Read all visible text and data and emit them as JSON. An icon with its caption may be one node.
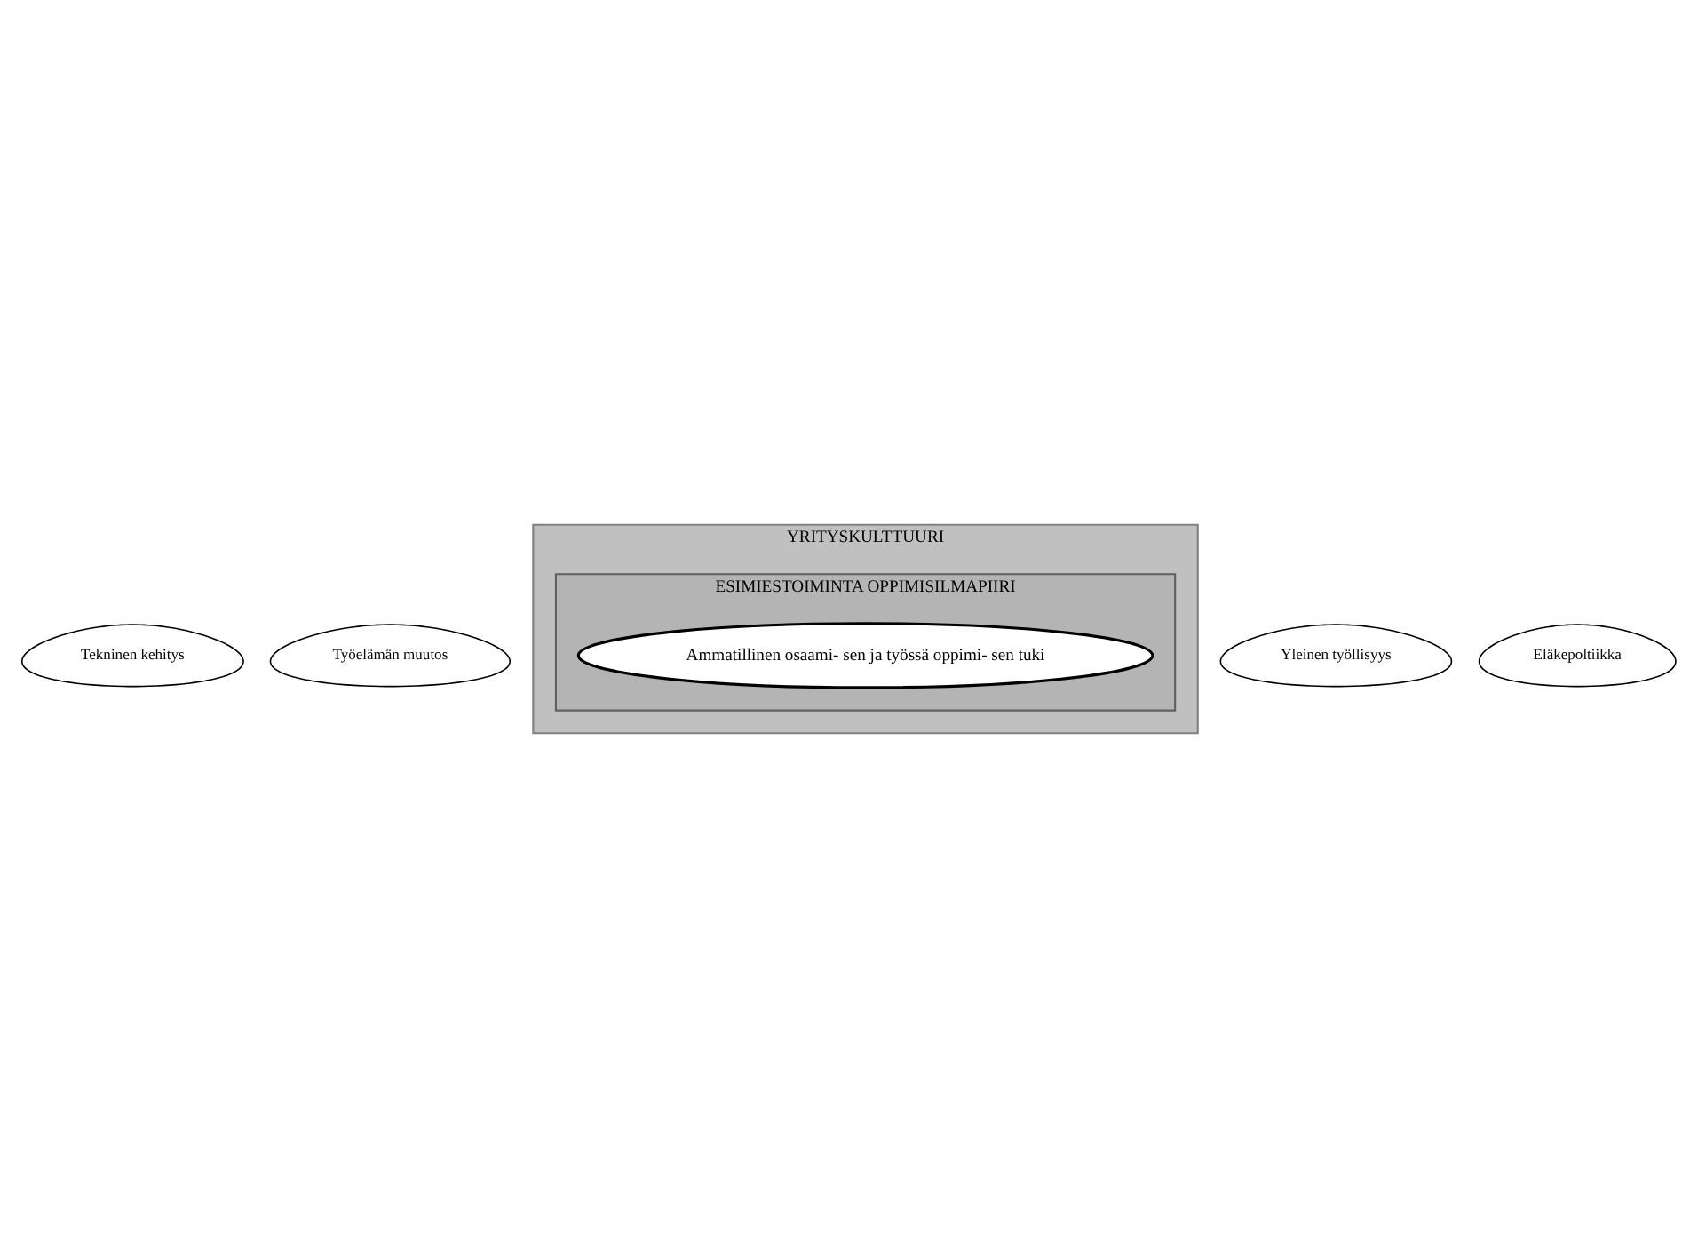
{
  "diagram": {
    "nodes": [
      {
        "text": [
          "YRITYSKULTTUURI"
        ]
      },
      {
        "text": [
          "ESIMIESTOIMINTA OPPIMISILMAPIIRI"
        ],
        "in": 0
      },
      {
        "text": [
          "Ammatillinen osaami- sen ja työssä oppimi- sen tuki"
        ],
        "in": 1
      },
      {
        "text": [
          "Tekninen kehitys"
        ]
      },
      {
        "text": [
          "Yleinen työllisyys"
        ]
      },
      {
        "text": [
          "Työelämän muutos"
        ]
      },
      {
        "text": [
          "Eläkepoltiikka"
        ]
      }
    ]
  }
}
